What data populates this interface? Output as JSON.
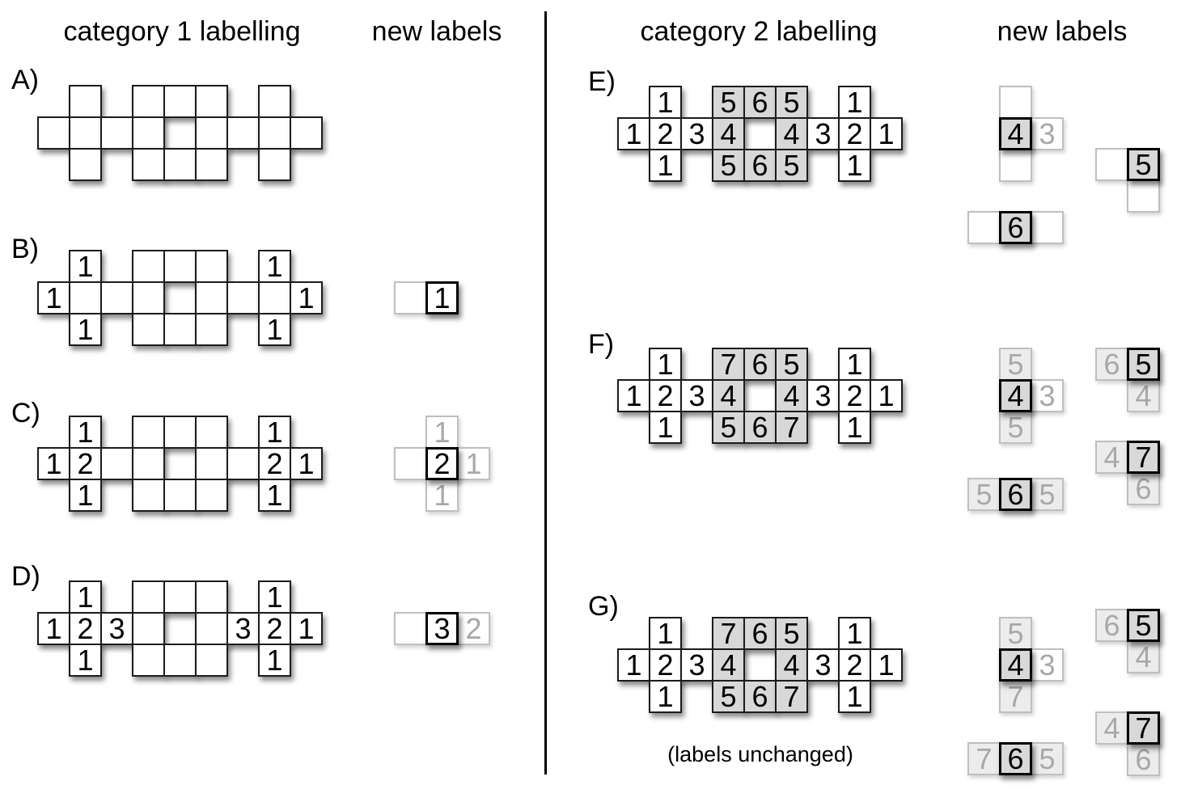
{
  "figure": {
    "headers": [
      {
        "id": "category1",
        "text": "category 1 labelling"
      },
      {
        "id": "new-labels-1",
        "text": "new labels"
      },
      {
        "id": "category2",
        "text": "category 2 labelling"
      },
      {
        "id": "new-labels-2",
        "text": "new labels"
      }
    ],
    "colors": {
      "cell_fill": "#ffffff",
      "shaded_fill": "#d8d8d8",
      "faint_fill": "#ececec",
      "cell_border": "#1c1c1c",
      "center_border": "#000000",
      "faint_border": "#bfbfbf",
      "faint_text": "#a8a8a8",
      "text": "#000000",
      "divider": "#000000"
    },
    "shape_template": {
      "rows": 3,
      "cols": 9,
      "top_cols": [
        1,
        3,
        4,
        5,
        7
      ],
      "mid_cols": [
        0,
        1,
        2,
        3,
        5,
        6,
        7,
        8
      ],
      "bottom_cols": [
        1,
        3,
        4,
        5,
        7
      ],
      "hole": {
        "row": 1,
        "col": 4
      }
    },
    "rows": [
      {
        "id": "A",
        "label": "A)",
        "caption": "",
        "shaded": [],
        "labels": [],
        "groups": []
      },
      {
        "id": "B",
        "label": "B)",
        "caption": "",
        "shaded": [],
        "labels": [
          {
            "r": 0,
            "c": 1,
            "t": "1"
          },
          {
            "r": 0,
            "c": 7,
            "t": "1"
          },
          {
            "r": 1,
            "c": 0,
            "t": "1"
          },
          {
            "r": 1,
            "c": 8,
            "t": "1"
          },
          {
            "r": 2,
            "c": 1,
            "t": "1"
          },
          {
            "r": 2,
            "c": 7,
            "t": "1"
          }
        ],
        "groups": [
          {
            "cells": [
              {
                "r": 0,
                "c": 0,
                "t": "",
                "kind": "faint",
                "fill": "white"
              },
              {
                "r": 0,
                "c": 1,
                "t": "1",
                "kind": "center",
                "fill": "white"
              }
            ]
          }
        ]
      },
      {
        "id": "C",
        "label": "C)",
        "caption": "",
        "shaded": [],
        "labels": [
          {
            "r": 0,
            "c": 1,
            "t": "1"
          },
          {
            "r": 0,
            "c": 7,
            "t": "1"
          },
          {
            "r": 1,
            "c": 0,
            "t": "1"
          },
          {
            "r": 1,
            "c": 1,
            "t": "2"
          },
          {
            "r": 1,
            "c": 7,
            "t": "2"
          },
          {
            "r": 1,
            "c": 8,
            "t": "1"
          },
          {
            "r": 2,
            "c": 1,
            "t": "1"
          },
          {
            "r": 2,
            "c": 7,
            "t": "1"
          }
        ],
        "groups": [
          {
            "cells": [
              {
                "r": 0,
                "c": 1,
                "t": "1",
                "kind": "faint",
                "fill": "white"
              },
              {
                "r": 1,
                "c": 0,
                "t": "",
                "kind": "faint",
                "fill": "white"
              },
              {
                "r": 1,
                "c": 2,
                "t": "1",
                "kind": "faint",
                "fill": "white"
              },
              {
                "r": 2,
                "c": 1,
                "t": "1",
                "kind": "faint",
                "fill": "white"
              },
              {
                "r": 1,
                "c": 1,
                "t": "2",
                "kind": "center",
                "fill": "white"
              }
            ]
          }
        ]
      },
      {
        "id": "D",
        "label": "D)",
        "caption": "",
        "shaded": [],
        "labels": [
          {
            "r": 0,
            "c": 1,
            "t": "1"
          },
          {
            "r": 0,
            "c": 7,
            "t": "1"
          },
          {
            "r": 1,
            "c": 0,
            "t": "1"
          },
          {
            "r": 1,
            "c": 1,
            "t": "2"
          },
          {
            "r": 1,
            "c": 2,
            "t": "3"
          },
          {
            "r": 1,
            "c": 6,
            "t": "3"
          },
          {
            "r": 1,
            "c": 7,
            "t": "2"
          },
          {
            "r": 1,
            "c": 8,
            "t": "1"
          },
          {
            "r": 2,
            "c": 1,
            "t": "1"
          },
          {
            "r": 2,
            "c": 7,
            "t": "1"
          }
        ],
        "groups": [
          {
            "cells": [
              {
                "r": 0,
                "c": 0,
                "t": "",
                "kind": "faint",
                "fill": "white"
              },
              {
                "r": 0,
                "c": 2,
                "t": "2",
                "kind": "faint",
                "fill": "white"
              },
              {
                "r": 0,
                "c": 1,
                "t": "3",
                "kind": "center",
                "fill": "white"
              }
            ]
          }
        ]
      },
      {
        "id": "E",
        "label": "E)",
        "caption": "",
        "shaded": [
          [
            0,
            3
          ],
          [
            0,
            4
          ],
          [
            0,
            5
          ],
          [
            1,
            3
          ],
          [
            1,
            5
          ],
          [
            2,
            3
          ],
          [
            2,
            4
          ],
          [
            2,
            5
          ]
        ],
        "labels": [
          {
            "r": 0,
            "c": 1,
            "t": "1"
          },
          {
            "r": 0,
            "c": 3,
            "t": "5"
          },
          {
            "r": 0,
            "c": 4,
            "t": "6"
          },
          {
            "r": 0,
            "c": 5,
            "t": "5"
          },
          {
            "r": 0,
            "c": 7,
            "t": "1"
          },
          {
            "r": 1,
            "c": 0,
            "t": "1"
          },
          {
            "r": 1,
            "c": 1,
            "t": "2"
          },
          {
            "r": 1,
            "c": 2,
            "t": "3"
          },
          {
            "r": 1,
            "c": 3,
            "t": "4"
          },
          {
            "r": 1,
            "c": 5,
            "t": "4"
          },
          {
            "r": 1,
            "c": 6,
            "t": "3"
          },
          {
            "r": 1,
            "c": 7,
            "t": "2"
          },
          {
            "r": 1,
            "c": 8,
            "t": "1"
          },
          {
            "r": 2,
            "c": 1,
            "t": "1"
          },
          {
            "r": 2,
            "c": 3,
            "t": "5"
          },
          {
            "r": 2,
            "c": 4,
            "t": "6"
          },
          {
            "r": 2,
            "c": 5,
            "t": "5"
          },
          {
            "r": 2,
            "c": 7,
            "t": "1"
          }
        ],
        "groups": [
          {
            "cells": [
              {
                "r": 0,
                "c": 0,
                "t": "",
                "kind": "faint",
                "fill": "white"
              },
              {
                "r": 1,
                "c": 1,
                "t": "3",
                "kind": "faint",
                "fill": "white"
              },
              {
                "r": 2,
                "c": 0,
                "t": "",
                "kind": "faint",
                "fill": "white"
              },
              {
                "r": 1,
                "c": 0,
                "t": "4",
                "kind": "center",
                "fill": "gray"
              }
            ]
          },
          {
            "cells": [
              {
                "r": 0,
                "c": 0,
                "t": "",
                "kind": "faint",
                "fill": "white"
              },
              {
                "r": 1,
                "c": 1,
                "t": "",
                "kind": "faint",
                "fill": "white"
              },
              {
                "r": 0,
                "c": 1,
                "t": "5",
                "kind": "center",
                "fill": "gray"
              }
            ]
          },
          {
            "cells": [
              {
                "r": 0,
                "c": 0,
                "t": "",
                "kind": "faint",
                "fill": "white"
              },
              {
                "r": 0,
                "c": 2,
                "t": "",
                "kind": "faint",
                "fill": "white"
              },
              {
                "r": 0,
                "c": 1,
                "t": "6",
                "kind": "center",
                "fill": "gray"
              }
            ]
          }
        ]
      },
      {
        "id": "F",
        "label": "F)",
        "caption": "",
        "shaded": [
          [
            0,
            3
          ],
          [
            0,
            4
          ],
          [
            0,
            5
          ],
          [
            1,
            3
          ],
          [
            1,
            5
          ],
          [
            2,
            3
          ],
          [
            2,
            4
          ],
          [
            2,
            5
          ]
        ],
        "labels": [
          {
            "r": 0,
            "c": 1,
            "t": "1"
          },
          {
            "r": 0,
            "c": 3,
            "t": "7"
          },
          {
            "r": 0,
            "c": 4,
            "t": "6"
          },
          {
            "r": 0,
            "c": 5,
            "t": "5"
          },
          {
            "r": 0,
            "c": 7,
            "t": "1"
          },
          {
            "r": 1,
            "c": 0,
            "t": "1"
          },
          {
            "r": 1,
            "c": 1,
            "t": "2"
          },
          {
            "r": 1,
            "c": 2,
            "t": "3"
          },
          {
            "r": 1,
            "c": 3,
            "t": "4"
          },
          {
            "r": 1,
            "c": 5,
            "t": "4"
          },
          {
            "r": 1,
            "c": 6,
            "t": "3"
          },
          {
            "r": 1,
            "c": 7,
            "t": "2"
          },
          {
            "r": 1,
            "c": 8,
            "t": "1"
          },
          {
            "r": 2,
            "c": 1,
            "t": "1"
          },
          {
            "r": 2,
            "c": 3,
            "t": "5"
          },
          {
            "r": 2,
            "c": 4,
            "t": "6"
          },
          {
            "r": 2,
            "c": 5,
            "t": "7"
          },
          {
            "r": 2,
            "c": 7,
            "t": "1"
          }
        ],
        "groups": [
          {
            "cells": [
              {
                "r": 0,
                "c": 0,
                "t": "5",
                "kind": "faint",
                "fill": "light"
              },
              {
                "r": 1,
                "c": 1,
                "t": "3",
                "kind": "faint",
                "fill": "white"
              },
              {
                "r": 2,
                "c": 0,
                "t": "5",
                "kind": "faint",
                "fill": "light"
              },
              {
                "r": 1,
                "c": 0,
                "t": "4",
                "kind": "center",
                "fill": "gray"
              }
            ]
          },
          {
            "cells": [
              {
                "r": 0,
                "c": 0,
                "t": "6",
                "kind": "faint",
                "fill": "light"
              },
              {
                "r": 1,
                "c": 1,
                "t": "4",
                "kind": "faint",
                "fill": "light"
              },
              {
                "r": 0,
                "c": 1,
                "t": "5",
                "kind": "center",
                "fill": "gray"
              }
            ]
          },
          {
            "cells": [
              {
                "r": 0,
                "c": 0,
                "t": "4",
                "kind": "faint",
                "fill": "light"
              },
              {
                "r": 1,
                "c": 1,
                "t": "6",
                "kind": "faint",
                "fill": "light"
              },
              {
                "r": 0,
                "c": 1,
                "t": "7",
                "kind": "center",
                "fill": "gray"
              }
            ]
          },
          {
            "cells": [
              {
                "r": 0,
                "c": 0,
                "t": "5",
                "kind": "faint",
                "fill": "light"
              },
              {
                "r": 0,
                "c": 2,
                "t": "5",
                "kind": "faint",
                "fill": "light"
              },
              {
                "r": 0,
                "c": 1,
                "t": "6",
                "kind": "center",
                "fill": "gray"
              }
            ]
          }
        ]
      },
      {
        "id": "G",
        "label": "G)",
        "caption": "(labels unchanged)",
        "shaded": [
          [
            0,
            3
          ],
          [
            0,
            4
          ],
          [
            0,
            5
          ],
          [
            1,
            3
          ],
          [
            1,
            5
          ],
          [
            2,
            3
          ],
          [
            2,
            4
          ],
          [
            2,
            5
          ]
        ],
        "labels": [
          {
            "r": 0,
            "c": 1,
            "t": "1"
          },
          {
            "r": 0,
            "c": 3,
            "t": "7"
          },
          {
            "r": 0,
            "c": 4,
            "t": "6"
          },
          {
            "r": 0,
            "c": 5,
            "t": "5"
          },
          {
            "r": 0,
            "c": 7,
            "t": "1"
          },
          {
            "r": 1,
            "c": 0,
            "t": "1"
          },
          {
            "r": 1,
            "c": 1,
            "t": "2"
          },
          {
            "r": 1,
            "c": 2,
            "t": "3"
          },
          {
            "r": 1,
            "c": 3,
            "t": "4"
          },
          {
            "r": 1,
            "c": 5,
            "t": "4"
          },
          {
            "r": 1,
            "c": 6,
            "t": "3"
          },
          {
            "r": 1,
            "c": 7,
            "t": "2"
          },
          {
            "r": 1,
            "c": 8,
            "t": "1"
          },
          {
            "r": 2,
            "c": 1,
            "t": "1"
          },
          {
            "r": 2,
            "c": 3,
            "t": "5"
          },
          {
            "r": 2,
            "c": 4,
            "t": "6"
          },
          {
            "r": 2,
            "c": 5,
            "t": "7"
          },
          {
            "r": 2,
            "c": 7,
            "t": "1"
          }
        ],
        "groups": [
          {
            "cells": [
              {
                "r": 0,
                "c": 0,
                "t": "5",
                "kind": "faint",
                "fill": "light"
              },
              {
                "r": 1,
                "c": 1,
                "t": "3",
                "kind": "faint",
                "fill": "white"
              },
              {
                "r": 2,
                "c": 0,
                "t": "7",
                "kind": "faint",
                "fill": "light"
              },
              {
                "r": 1,
                "c": 0,
                "t": "4",
                "kind": "center",
                "fill": "gray"
              }
            ]
          },
          {
            "cells": [
              {
                "r": 0,
                "c": 0,
                "t": "6",
                "kind": "faint",
                "fill": "light"
              },
              {
                "r": 1,
                "c": 1,
                "t": "4",
                "kind": "faint",
                "fill": "light"
              },
              {
                "r": 0,
                "c": 1,
                "t": "5",
                "kind": "center",
                "fill": "gray"
              }
            ]
          },
          {
            "cells": [
              {
                "r": 0,
                "c": 0,
                "t": "4",
                "kind": "faint",
                "fill": "light"
              },
              {
                "r": 1,
                "c": 1,
                "t": "6",
                "kind": "faint",
                "fill": "light"
              },
              {
                "r": 0,
                "c": 1,
                "t": "7",
                "kind": "center",
                "fill": "gray"
              }
            ]
          },
          {
            "cells": [
              {
                "r": 0,
                "c": 0,
                "t": "7",
                "kind": "faint",
                "fill": "light"
              },
              {
                "r": 0,
                "c": 2,
                "t": "5",
                "kind": "faint",
                "fill": "light"
              },
              {
                "r": 0,
                "c": 1,
                "t": "6",
                "kind": "center",
                "fill": "gray"
              }
            ]
          }
        ]
      }
    ]
  }
}
